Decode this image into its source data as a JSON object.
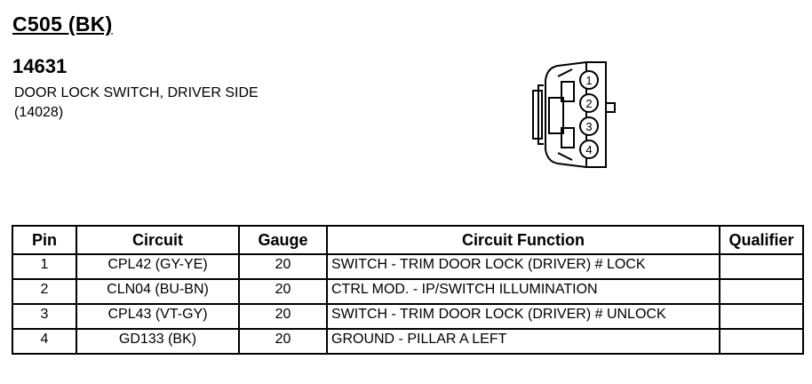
{
  "connector": {
    "id": "C505 (BK)",
    "part_number": "14631",
    "description": "DOOR LOCK SWITCH, DRIVER SIDE",
    "sub_number": "(14028)",
    "pin_labels": [
      "1",
      "2",
      "3",
      "4"
    ]
  },
  "table": {
    "headers": {
      "pin": "Pin",
      "circuit": "Circuit",
      "gauge": "Gauge",
      "function": "Circuit Function",
      "qualifier": "Qualifier"
    },
    "rows": [
      {
        "pin": "1",
        "circuit": "CPL42 (GY-YE)",
        "gauge": "20",
        "function": "SWITCH - TRIM DOOR LOCK (DRIVER) # LOCK",
        "qualifier": ""
      },
      {
        "pin": "2",
        "circuit": "CLN04 (BU-BN)",
        "gauge": "20",
        "function": "CTRL MOD. - IP/SWITCH ILLUMINATION",
        "qualifier": ""
      },
      {
        "pin": "3",
        "circuit": "CPL43 (VT-GY)",
        "gauge": "20",
        "function": "SWITCH - TRIM DOOR LOCK (DRIVER) # UNLOCK",
        "qualifier": ""
      },
      {
        "pin": "4",
        "circuit": "GD133 (BK)",
        "gauge": "20",
        "function": "GROUND - PILLAR A LEFT",
        "qualifier": ""
      }
    ]
  }
}
